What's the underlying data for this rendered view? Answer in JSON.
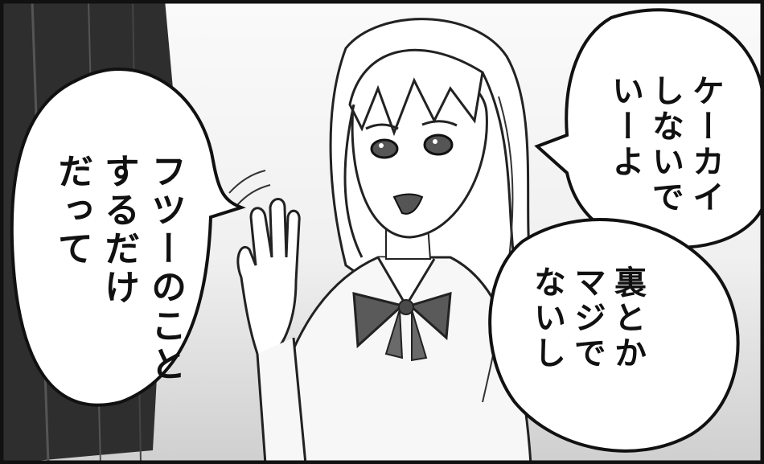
{
  "speech_bubbles": {
    "left": {
      "lines": [
        "フツーのこと",
        "するだけ",
        "だって"
      ]
    },
    "top_right": {
      "lines": [
        "ケーカイ",
        "しないで",
        "いーよ"
      ]
    },
    "bottom_right": {
      "lines": [
        "裏とか",
        "マジで",
        "ないし"
      ]
    }
  },
  "colors": {
    "panel_border": "#111111",
    "background": "#f2f2f2",
    "bow": "#5a5a5a"
  }
}
